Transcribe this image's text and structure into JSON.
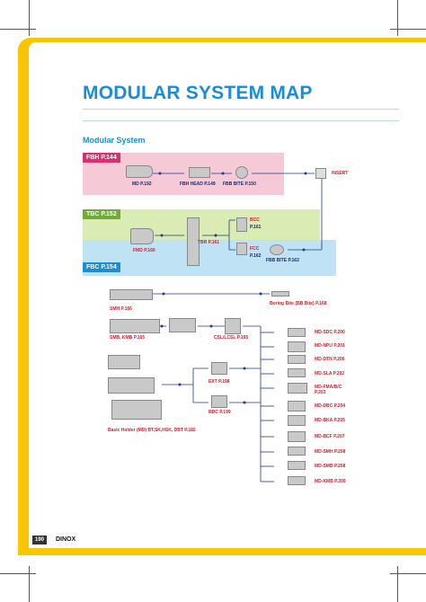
{
  "page_title": "MODULAR SYSTEM MAP",
  "section_title": "Modular System",
  "bands": {
    "fbh": {
      "tab": "FBH  P.144",
      "color": "#f5c9d6",
      "tab_color": "#d6336c"
    },
    "tbc": {
      "tab": "TBC  P.152",
      "color": "#d9ecb3",
      "tab_color": "#73a83a"
    },
    "fbc": {
      "tab": "FBC  P.154",
      "color": "#bfe3f5",
      "tab_color": "#1c8fd1"
    }
  },
  "labels": {
    "md_192": "MD  P.192",
    "fbh_head": "FBH HEAD  P.149",
    "fbb_bite_150": "FBB BITE  P.150",
    "insert": "INSERT",
    "fmd": "FMD  P.160",
    "tbr": "TBR  P.161",
    "bcc": "BCC",
    "bcc_page": "P.161",
    "fcc": "FCC",
    "fcc_page": "P.162",
    "fbb_bite_162": "FBB BITE  P.162",
    "smh": "SMH  P.166",
    "smb_kmb": "SMB, KMB  P.165",
    "csl": "CSL/LCSL  P.165",
    "boring_bite": "Boring Bite (BB Bite)  P.168",
    "ext": "EXT  P.198",
    "rdc": "RDC  P.199",
    "basic_holder": "Basic Holder (MD)  BT,SK,HSK, DBT  P.182"
  },
  "md_list": [
    "MD-SDC  P.200",
    "MD-NPU  P.201",
    "MD-DTN  P.206",
    "MD-SLA  P.202",
    "MD-FMA/B/C  P.203",
    "MD-DBC  P.204",
    "MD-BKA  P.205",
    "MD-BCF  P.207",
    "MD-SMH  P.208",
    "MD-SMB  P.208",
    "MD-KMB  P.209"
  ],
  "footer": {
    "page_badge": "190",
    "brand": "DINOX"
  }
}
